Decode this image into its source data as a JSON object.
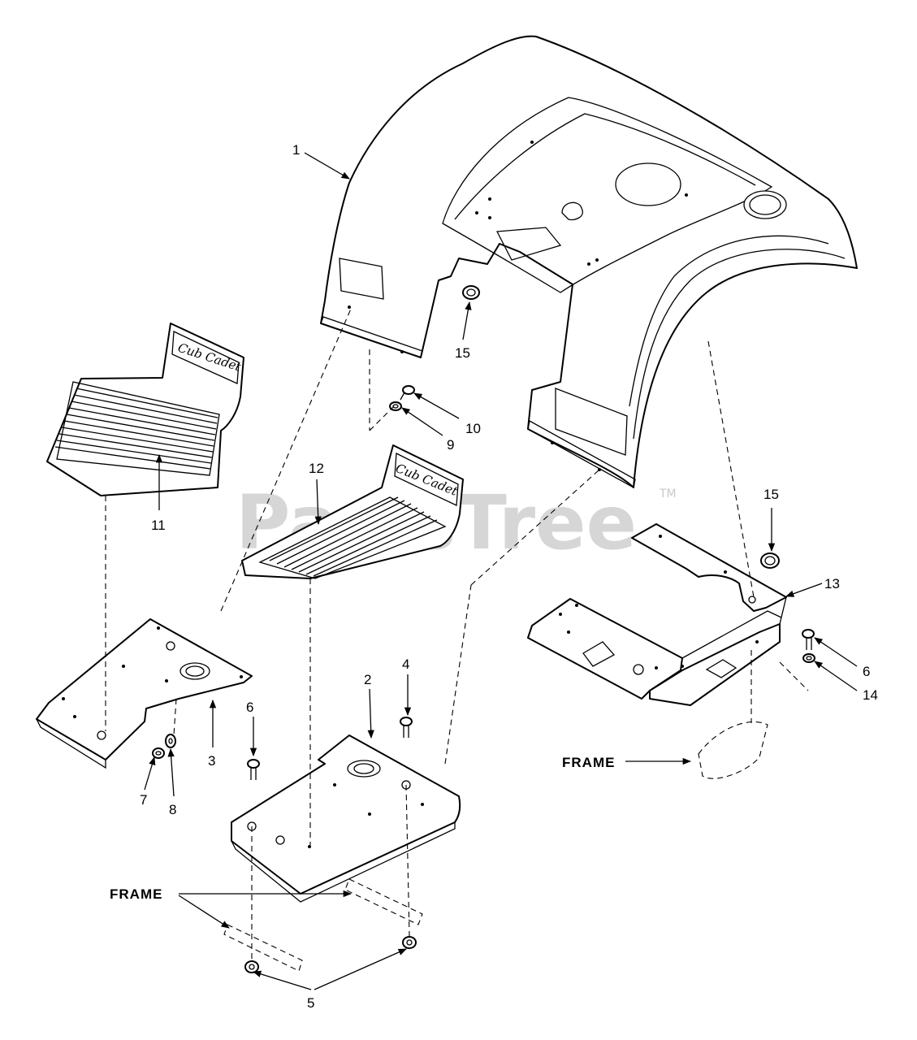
{
  "watermark": {
    "text": "PartsTree",
    "trademark": "TM",
    "color": "#c9c9c9"
  },
  "parts": {
    "p1": "1",
    "p2": "2",
    "p3": "3",
    "p4": "4",
    "p5": "5",
    "p6": "6",
    "p7": "7",
    "p8": "8",
    "p9": "9",
    "p10": "10",
    "p11": "11",
    "p12": "12",
    "p13": "13",
    "p14": "14",
    "p15": "15"
  },
  "labels": {
    "frame": "FRAME",
    "brand": "Cub Cadet"
  },
  "colors": {
    "line": "#000000",
    "background": "#ffffff"
  }
}
